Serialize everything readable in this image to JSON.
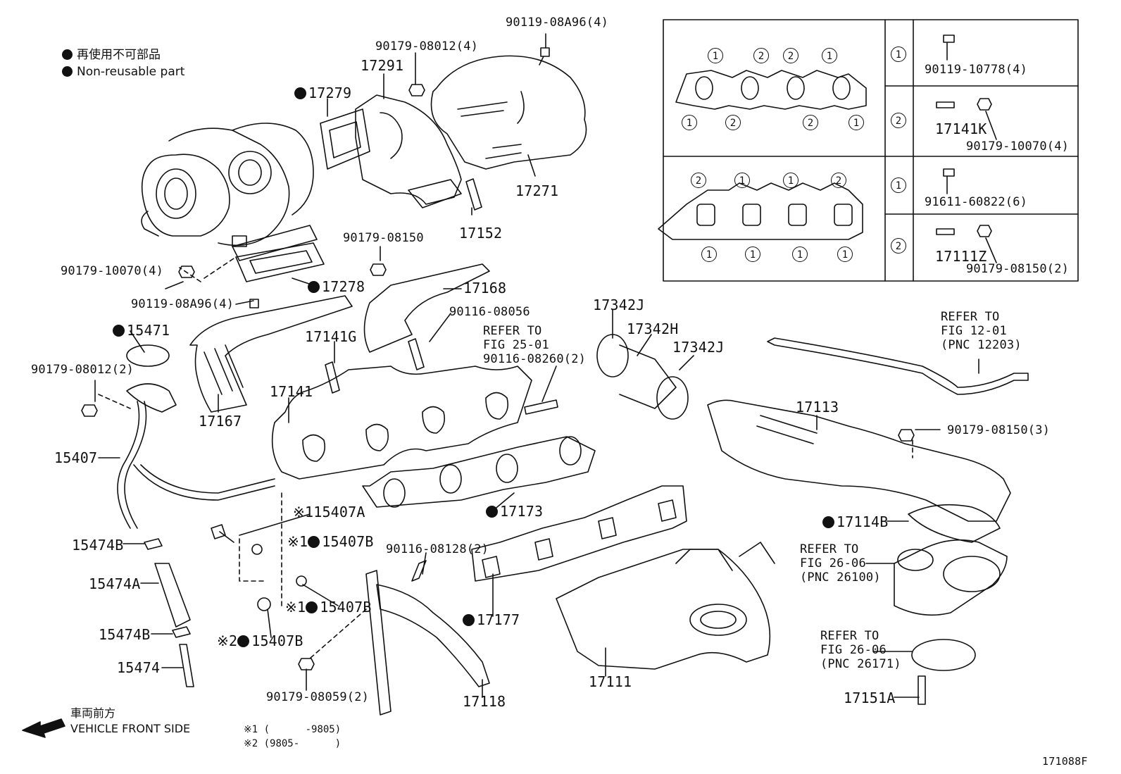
{
  "legend": {
    "line1": "再使用不可部品",
    "line2": "Non-reusable part"
  },
  "parts": [
    {
      "text": "90119-08A96(4)",
      "nr": false
    },
    {
      "text": "90179-08012(4)",
      "nr": false
    },
    {
      "text": "17291",
      "nr": false
    },
    {
      "text": "17279",
      "nr": true
    },
    {
      "text": "17271",
      "nr": false
    },
    {
      "text": "17152",
      "nr": false
    },
    {
      "text": "90179-10070(4)",
      "nr": false
    },
    {
      "text": "17278",
      "nr": true
    },
    {
      "text": "90179-08150",
      "nr": false
    },
    {
      "text": "17168",
      "nr": false
    },
    {
      "text": "90119-08A96(4)",
      "nr": false
    },
    {
      "text": "90116-08056",
      "nr": false
    },
    {
      "text": "15471",
      "nr": true
    },
    {
      "text": "17141G",
      "nr": false
    },
    {
      "text": "90179-08012(2)",
      "nr": false
    },
    {
      "text": "17141",
      "nr": false
    },
    {
      "text": "17167",
      "nr": false
    },
    {
      "text": "15407",
      "nr": false
    },
    {
      "text": "17173",
      "nr": true
    },
    {
      "text": "90116-08260(2)",
      "nr": false
    },
    {
      "text": "17342J",
      "nr": false
    },
    {
      "text": "17342H",
      "nr": false
    },
    {
      "text": "17342J",
      "nr": false
    },
    {
      "text": "17113",
      "nr": false
    },
    {
      "text": "90179-08150(3)",
      "nr": false
    },
    {
      "text": "17114B",
      "nr": true
    },
    {
      "text": "15407A",
      "nr": false,
      "mark": "※1"
    },
    {
      "text": "15407B",
      "nr": true,
      "mark": "※1"
    },
    {
      "text": "15474B",
      "nr": false
    },
    {
      "text": "15474A",
      "nr": false
    },
    {
      "text": "90116-08128(2)",
      "nr": false
    },
    {
      "text": "15407B",
      "nr": true,
      "mark": "※1"
    },
    {
      "text": "15407B",
      "nr": true,
      "mark": "※2"
    },
    {
      "text": "17177",
      "nr": true
    },
    {
      "text": "15474B",
      "nr": false
    },
    {
      "text": "15474",
      "nr": false
    },
    {
      "text": "90179-08059(2)",
      "nr": false
    },
    {
      "text": "17118",
      "nr": false
    },
    {
      "text": "17111",
      "nr": false
    },
    {
      "text": "17151A",
      "nr": false
    }
  ],
  "refers": [
    {
      "l1": "REFER TO",
      "l2": "FIG 25-01"
    },
    {
      "l1": "REFER TO",
      "l2": "FIG 12-01",
      "l3": "(PNC 12203)"
    },
    {
      "l1": "REFER TO",
      "l2": "FIG 26-06",
      "l3": "(PNC 26100)"
    },
    {
      "l1": "REFER TO",
      "l2": "FIG 26-06",
      "l3": "(PNC 26171)"
    }
  ],
  "box": {
    "rows": [
      {
        "key": "1",
        "parts": [
          "90119-10778(4)"
        ]
      },
      {
        "key": "2",
        "parts": [
          "17141K",
          "90179-10070(4)"
        ]
      },
      {
        "key": "1",
        "parts": [
          "91611-60822(6)"
        ]
      },
      {
        "key": "2",
        "parts": [
          "17111Z",
          "90179-08150(2)"
        ]
      }
    ],
    "gasket_top_upper": [
      "1",
      "2",
      "2",
      "1"
    ],
    "gasket_top_lower": [
      "1",
      "2",
      "2",
      "1"
    ],
    "gasket_bot_upper": [
      "2",
      "1",
      "1",
      "2"
    ],
    "gasket_bot_lower": [
      "1",
      "1",
      "1",
      "1"
    ]
  },
  "front": {
    "jp": "車両前方",
    "en": "VEHICLE FRONT SIDE"
  },
  "notes": {
    "n1": "※1 (      -9805)",
    "n2": "※2 (9805-      )"
  },
  "fig_id": "171088F"
}
